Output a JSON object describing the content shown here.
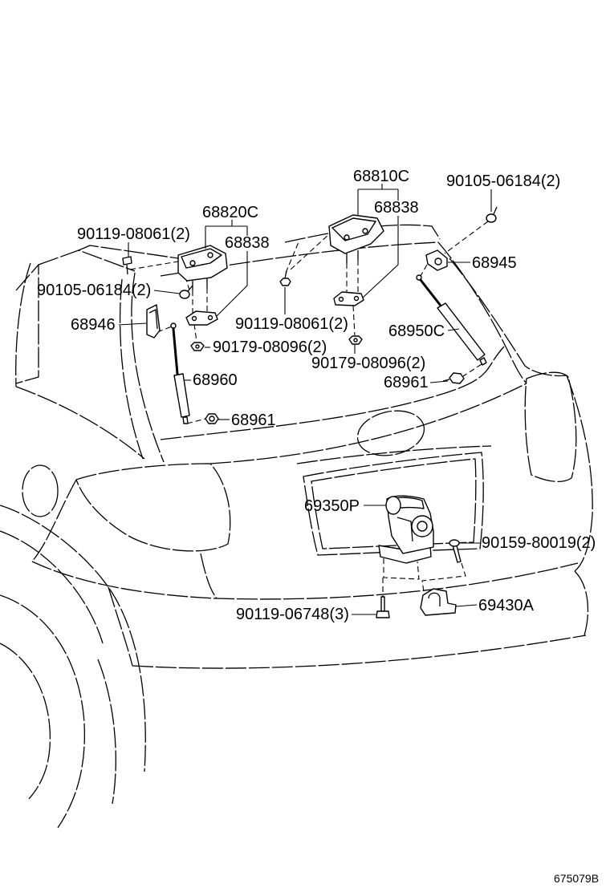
{
  "figure": {
    "code": "675079B",
    "colors": {
      "line": "#000000",
      "background": "#ffffff"
    }
  },
  "callouts": {
    "upper_right_hinge": "68810C",
    "upper_right_bolt": "90105-06184(2)",
    "upper_right_plate": "68838",
    "upper_left_hinge": "68820C",
    "upper_left_bolt": "90119-08061(2)",
    "upper_left_plate": "68838",
    "right_bracket": "68945",
    "left_bolt": "90105-06184(2)",
    "left_bracket": "68946",
    "middle_bolt": "90119-08061(2)",
    "right_stay": "68950C",
    "left_nut": "90179-08096(2)",
    "middle_nut": "90179-08096(2)",
    "left_stay": "68960",
    "right_ball_stud": "68961",
    "left_ball_stud": "68961",
    "lock": "69350P",
    "lock_screw": "90159-80019(2)",
    "lock_bolt": "90119-06748(3)",
    "striker": "69430A"
  }
}
